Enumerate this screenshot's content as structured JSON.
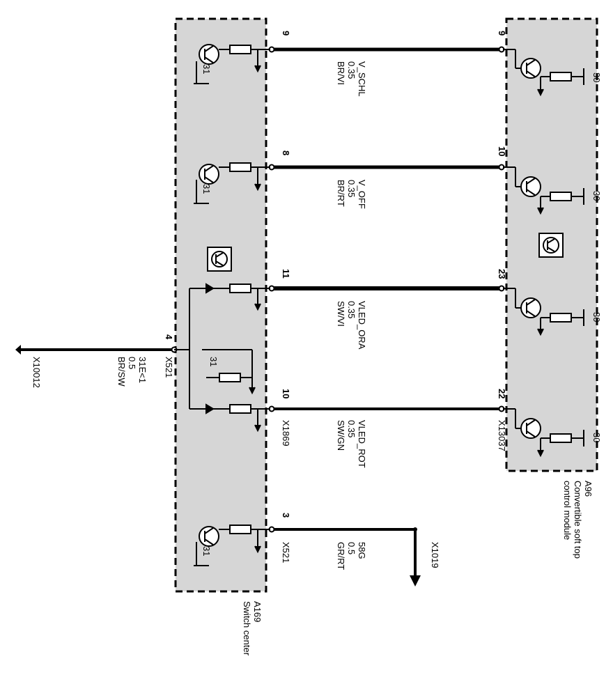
{
  "modules": {
    "left": {
      "id": "A169",
      "name": "Switch center"
    },
    "right": {
      "id": "A96",
      "name_line1": "Convertible soft top",
      "name_line2": "control module"
    }
  },
  "wires": [
    {
      "name": "V_SCHL",
      "cross_section": "0.35",
      "color": "BR/VI",
      "left_pin": "9",
      "right_pin": "9"
    },
    {
      "name": "V_OFF",
      "cross_section": "0.35",
      "color": "BR/RT",
      "left_pin": "8",
      "right_pin": "10"
    },
    {
      "name": "VLED_ORA",
      "cross_section": "0.35",
      "color": "SW/VI",
      "left_pin": "11",
      "right_pin": "23"
    },
    {
      "name": "VLED_ROT",
      "cross_section": "0.35",
      "color": "SW/GN",
      "left_pin": "10",
      "right_pin": "22"
    }
  ],
  "ground_wire": {
    "pin": "4",
    "connector": "X521",
    "name": "31E<1",
    "cross_section": "0.5",
    "color": "BR/SW",
    "destination": "X10012"
  },
  "output_wire": {
    "pin": "3",
    "connector": "X521",
    "name": "58G",
    "cross_section": "0.5",
    "color": "GR/RT",
    "destination": "X1019"
  },
  "connectors": {
    "left": "X1869",
    "right": "X13037"
  },
  "terminal_labels": {
    "ground": "31",
    "supply": "30"
  }
}
